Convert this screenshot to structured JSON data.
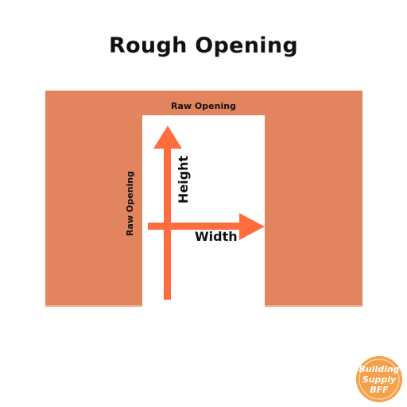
{
  "title": "Rough Opening",
  "labels": {
    "raw_opening_top": "Raw Opening",
    "raw_opening_side": "Raw Opening",
    "height": "Height",
    "width": "Width"
  },
  "logo": {
    "line1": "Building",
    "line2": "Supply",
    "line3": "BFF"
  },
  "colors": {
    "wall": "#e2845d",
    "opening": "#ffffff",
    "arrow": "#ff6d3f",
    "logo": "#f4a14a"
  },
  "icons": {
    "height_arrow": "arrow-up-icon",
    "width_arrow": "arrow-right-icon",
    "logo": "building-supply-bff-logo"
  }
}
